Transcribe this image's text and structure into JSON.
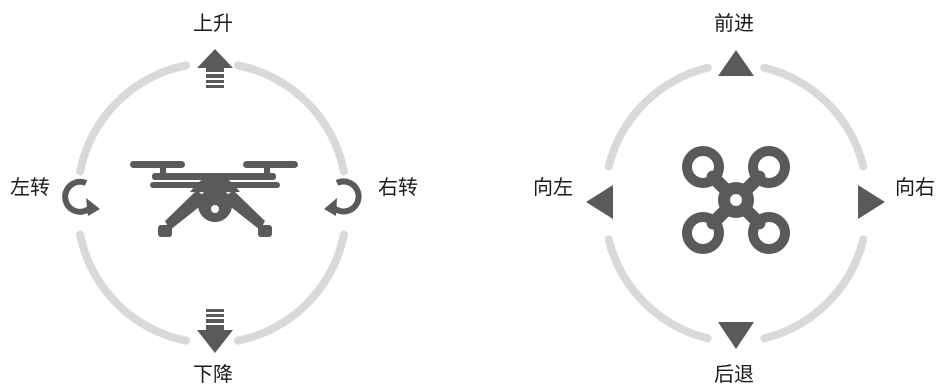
{
  "left_panel": {
    "up_label": "上升",
    "down_label": "下降",
    "turn_left_label": "左转",
    "turn_right_label": "右转"
  },
  "right_panel": {
    "forward_label": "前进",
    "backward_label": "后退",
    "left_label": "向左",
    "right_label": "向右"
  },
  "colors": {
    "ring": "#d9d9d9",
    "icon": "#5a5a5a",
    "text": "#1a1a1a",
    "background": "#ffffff"
  }
}
